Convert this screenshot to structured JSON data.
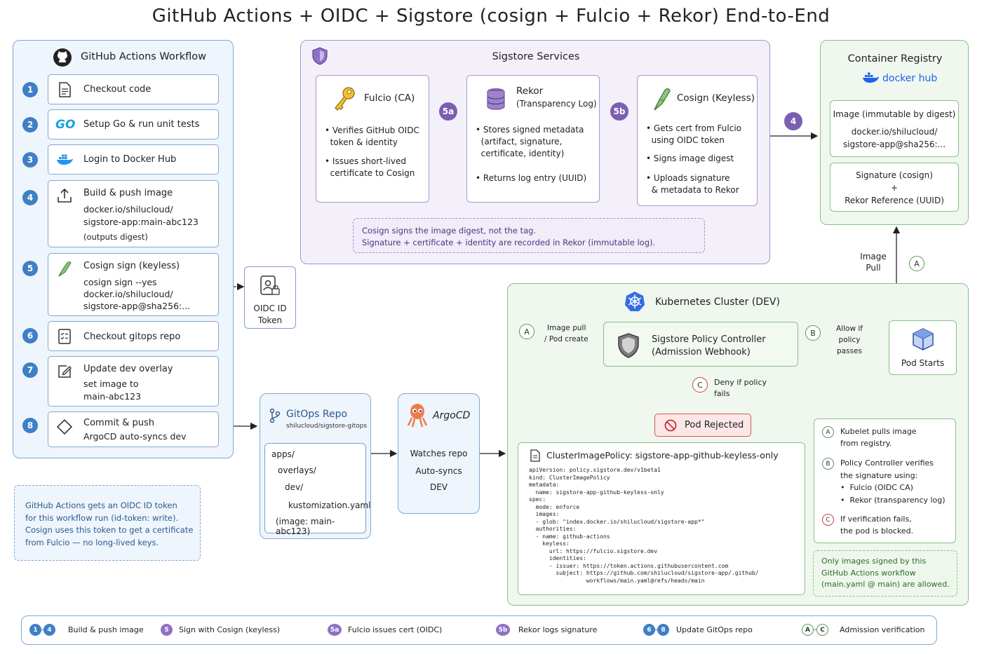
{
  "title": "GitHub Actions + OIDC + Sigstore (cosign + Fulcio + Rekor) End-to-End",
  "workflow": {
    "heading": "GitHub Actions Workflow",
    "steps": [
      {
        "num": "1",
        "title": "Checkout code",
        "sub": []
      },
      {
        "num": "2",
        "title": "Setup Go & run unit tests",
        "sub": []
      },
      {
        "num": "3",
        "title": "Login to Docker Hub",
        "sub": []
      },
      {
        "num": "4",
        "title": "Build & push image",
        "sub": [
          "docker.io/shilucloud/",
          "sigstore-app:main-abc123",
          "(outputs digest)"
        ]
      },
      {
        "num": "5",
        "title": "Cosign sign (keyless)",
        "sub": [
          "cosign sign --yes",
          "docker.io/shilucloud/",
          "sigstore-app@sha256:..."
        ]
      },
      {
        "num": "6",
        "title": "Checkout gitops repo",
        "sub": []
      },
      {
        "num": "7",
        "title": "Update dev overlay",
        "sub": [
          "set image to",
          "main-abc123"
        ]
      },
      {
        "num": "8",
        "title": "Commit & push",
        "sub": [
          "ArgoCD auto-syncs dev"
        ]
      }
    ],
    "go_logo": "GO"
  },
  "oidc": {
    "line1": "OIDC ID",
    "line2": "Token"
  },
  "oidc_note": [
    "GitHub Actions gets an OIDC ID token",
    "for this workflow run (id-token: write).",
    "Cosign uses this token to get a certificate",
    "from Fulcio — no long-lived keys."
  ],
  "sigstore": {
    "heading": "Sigstore Services",
    "fulcio": {
      "title": "Fulcio (CA)",
      "bullets": [
        [
          "Verifies GitHub OIDC",
          "token & identity"
        ],
        [
          "Issues short-lived",
          "certificate to Cosign"
        ]
      ]
    },
    "rekor": {
      "title": "Rekor",
      "subtitle": "(Transparency Log)",
      "bullets": [
        [
          "Stores signed metadata",
          "(artifact, signature,",
          "certificate, identity)"
        ],
        [
          "Returns log entry (UUID)"
        ]
      ]
    },
    "cosign": {
      "title": "Cosign (Keyless)",
      "bullets": [
        [
          "Gets cert from Fulcio",
          "using OIDC token"
        ],
        [
          "Signs image digest"
        ],
        [
          "Uploads signature",
          "& metadata to Rekor"
        ]
      ]
    },
    "badge_5a": "5a",
    "badge_5b": "5b",
    "note": [
      "Cosign signs the image digest, not the tag.",
      "Signature + certificate + identity are recorded in Rekor (immutable log)."
    ]
  },
  "registry": {
    "heading": "Container Registry",
    "brand": "docker hub",
    "image_box": [
      "Image (immutable by digest)",
      "docker.io/shilucloud/",
      "sigstore-app@sha256:..."
    ],
    "sig_box": [
      "Signature (cosign)",
      "+",
      "Rekor Reference (UUID)"
    ],
    "badge_4": "4"
  },
  "image_pull": {
    "line1": "Image",
    "line2": "Pull",
    "badge": "A"
  },
  "gitops": {
    "title": "GitOps Repo",
    "subtitle": "shilucloud/sigstore-gitops",
    "tree": [
      "apps/",
      "overlays/",
      "dev/",
      "kustomization.yaml",
      "(image: main-abc123)"
    ]
  },
  "argocd": {
    "title": "ArgoCD",
    "lines": [
      "Watches repo",
      "Auto-syncs",
      "DEV"
    ]
  },
  "k8s": {
    "heading": "Kubernetes Cluster (DEV)",
    "a_badge": "A",
    "a_label": [
      "Image pull",
      "/ Pod create"
    ],
    "controller": [
      "Sigstore Policy Controller",
      "(Admission Webhook)"
    ],
    "b_badge": "B",
    "b_label": [
      "Allow if policy",
      "passes"
    ],
    "pod": "Pod Starts",
    "c_badge": "C",
    "c_label": [
      "Deny if policy",
      "fails"
    ],
    "rejected": "Pod Rejected",
    "policy_title": "ClusterImagePolicy: sigstore-app-github-keyless-only",
    "policy_yaml": "apiVersion: policy.sigstore.dev/v1beta1\nkind: ClusterImagePolicy\nmetadata:\n  name: sigstore-app-github-keyless-only\nspec:\n  mode: enforce\n  images:\n  - glob: \"index.docker.io/shilucloud/sigstore-app*\"\n  authorities:\n  - name: github-actions\n    keyless:\n      url: https://fulcio.sigstore.dev\n      identities:\n      - issuer: https://token.actions.githubusercontent.com\n        subject: https://github.com/shilucloud/sigstore-app/.github/\n                 workflows/main.yaml@refs/heads/main",
    "explain": [
      {
        "badge": "A",
        "lines": [
          "Kubelet pulls image",
          "from registry."
        ]
      },
      {
        "badge": "B",
        "lines": [
          "Policy Controller verifies",
          "the signature using:"
        ],
        "items": [
          "Fulcio (OIDC CA)",
          "Rekor (transparency log)"
        ]
      },
      {
        "badge": "C",
        "lines": [
          "If verification fails,",
          "the pod is blocked."
        ]
      }
    ],
    "allowed_note": [
      "Only images signed by this",
      "GitHub Actions workflow",
      "(main.yaml @ main) are allowed."
    ]
  },
  "legend": [
    {
      "nums": [
        "1",
        "4"
      ],
      "label": "Build & push image",
      "color": "#3f7fc6"
    },
    {
      "nums": [
        "5"
      ],
      "label": "Sign with Cosign (keyless)",
      "color": "#7b5fb0"
    },
    {
      "nums": [
        "5a"
      ],
      "label": "Fulcio issues cert (OIDC)",
      "color": "#7b5fb0"
    },
    {
      "nums": [
        "5b"
      ],
      "label": "Rekor logs signature",
      "color": "#7b5fb0"
    },
    {
      "nums": [
        "6",
        "8"
      ],
      "label": "Update GitOps repo",
      "color": "#3f7fc6"
    },
    {
      "nums": [
        "A",
        "C"
      ],
      "label": "Admission verification",
      "color": "#5a9a56"
    }
  ]
}
